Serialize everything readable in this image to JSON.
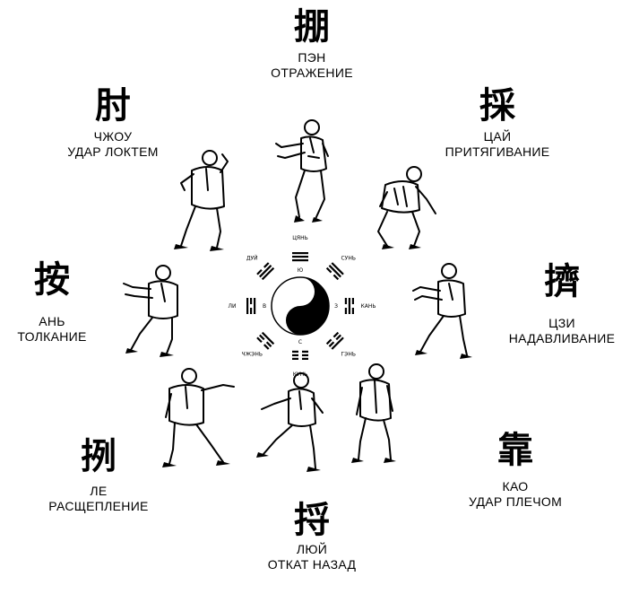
{
  "techniques": [
    {
      "id": "peng",
      "han": "掤",
      "name": "ПЭН",
      "meaning": "ОТРАЖЕНИЕ"
    },
    {
      "id": "cai",
      "han": "採",
      "name": "ЦАЙ",
      "meaning": "ПРИТЯГИВАНИЕ"
    },
    {
      "id": "ji",
      "han": "擠",
      "name": "ЦЗИ",
      "meaning": "НАДАВЛИВАНИЕ"
    },
    {
      "id": "kao",
      "han": "靠",
      "name": "КАО",
      "meaning": "УДАР ПЛЕЧОМ"
    },
    {
      "id": "lu",
      "han": "捋",
      "name": "ЛЮЙ",
      "meaning": "ОТКАТ НАЗАД"
    },
    {
      "id": "lie",
      "han": "挒",
      "name": "ЛЕ",
      "meaning": "РАСЩЕПЛЕНИЕ"
    },
    {
      "id": "an",
      "han": "按",
      "name": "АНЬ",
      "meaning": "ТОЛКАНИЕ"
    },
    {
      "id": "zhou",
      "han": "肘",
      "name": "ЧЖОУ",
      "meaning": "УДАР ЛОКТЕМ"
    }
  ],
  "bagua": {
    "trigrams": [
      {
        "name": "ЦЯНЬ",
        "dir": "Ю"
      },
      {
        "name": "СУНЬ",
        "dir": ""
      },
      {
        "name": "КАНЬ",
        "dir": "З"
      },
      {
        "name": "ГЭНЬ",
        "dir": ""
      },
      {
        "name": "КУНЬ",
        "dir": "С"
      },
      {
        "name": "ЧЖЭНЬ",
        "dir": ""
      },
      {
        "name": "ЛИ",
        "dir": "В"
      },
      {
        "name": "ДУЙ",
        "dir": ""
      }
    ]
  },
  "colors": {
    "ink": "#000000",
    "paper": "#ffffff"
  }
}
